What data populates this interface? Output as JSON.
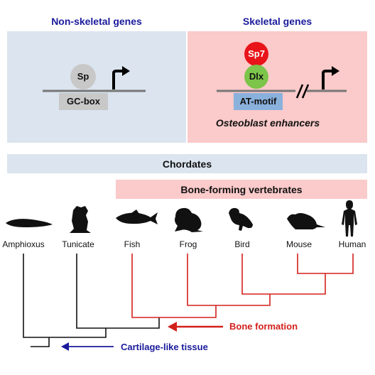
{
  "panels": {
    "left": {
      "title": "Non-skeletal genes",
      "factor": "Sp",
      "element": "GC-box"
    },
    "right": {
      "title": "Skeletal genes",
      "factor_top": "Sp7",
      "factor_bottom": "Dlx",
      "element": "AT-motif",
      "caption": "Osteoblast enhancers"
    }
  },
  "groups": {
    "chordates": "Chordates",
    "vertebrates": "Bone-forming vertebrates"
  },
  "taxa": [
    {
      "label": "Amphioxus",
      "silhouette": "amphioxus-silhouette"
    },
    {
      "label": "Tunicate",
      "silhouette": "tunicate-silhouette"
    },
    {
      "label": "Fish",
      "silhouette": "fish-silhouette"
    },
    {
      "label": "Frog",
      "silhouette": "frog-silhouette"
    },
    {
      "label": "Bird",
      "silhouette": "bird-silhouette"
    },
    {
      "label": "Mouse",
      "silhouette": "mouse-silhouette"
    },
    {
      "label": "Human",
      "silhouette": "human-silhouette"
    }
  ],
  "annotations": {
    "bone": "Bone formation",
    "cartilage": "Cartilage-like tissue"
  },
  "colors": {
    "panel_blue": "#dbe4ef",
    "panel_pink": "#fbcaca",
    "title_blue": "#1a1a9c",
    "sp_gray": "#c8c8c8",
    "sp7_red": "#e8141a",
    "dlx_green": "#7cc44a",
    "at_blue": "#8ab0dc",
    "tree_red": "#d2201c",
    "tree_black": "#111111",
    "arrow_blue": "#1a1a9c"
  }
}
